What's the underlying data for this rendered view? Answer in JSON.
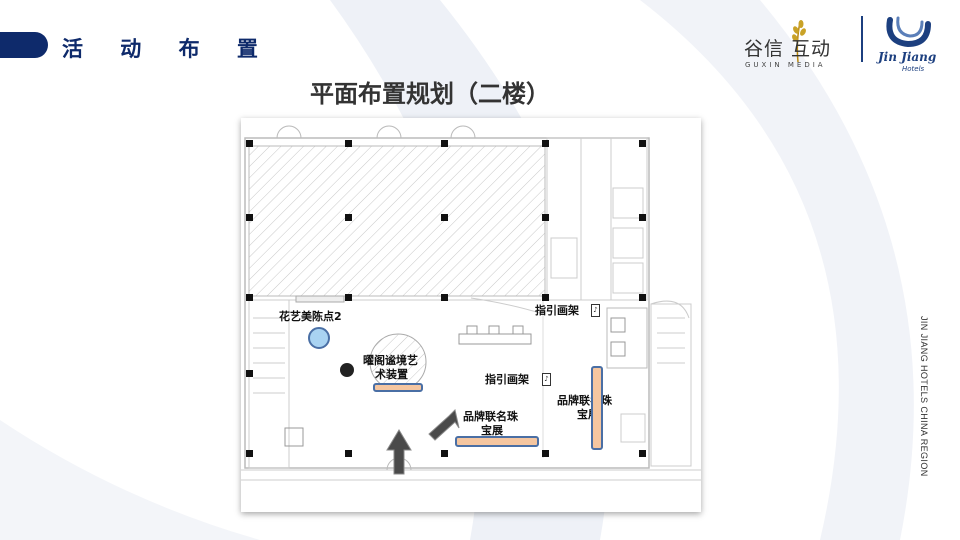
{
  "header": {
    "section_title": "活 动 布 置",
    "main_title": "平面布置规划（二楼）"
  },
  "logos": {
    "guxin_cn": "谷信 互动",
    "guxin_en": "GUXIN MEDIA",
    "jinjiang": "Jin Jiang",
    "jinjiang_sub": "Hotels"
  },
  "side_text": "JIN JIANG HOTELS CHINA REGION",
  "plan_labels": {
    "floral_point": "花艺美陈点2",
    "installation_line1": "曜阁谧境艺",
    "installation_line2": "术装置",
    "guide_easel_1": "指引画架",
    "guide_easel_2": "指引画架",
    "brand_jewelry_1_line1": "品牌联名珠",
    "brand_jewelry_1_line2": "宝展",
    "brand_jewelry_2_line1": "品牌联名珠",
    "brand_jewelry_2_line2": "宝展"
  },
  "colors": {
    "navy": "#0e2a6b",
    "exhibit_fill": "#f5c6a0",
    "exhibit_border": "#4a6fa5",
    "floral_fill": "#a9d3f2"
  }
}
